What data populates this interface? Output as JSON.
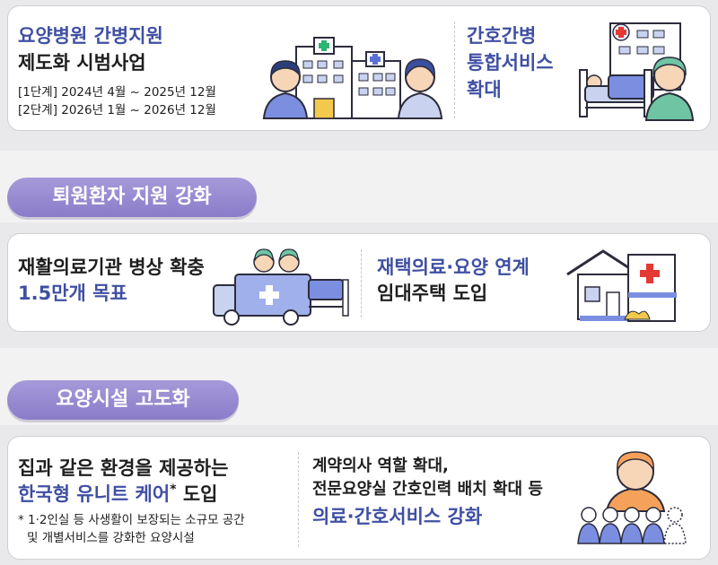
{
  "section1": {
    "left": {
      "title_line1": "요양병원 간병지원",
      "title_line2": "제도화 시범사업",
      "phase1": "[1단계] 2024년 4월 ~ 2025년 12월",
      "phase2": "[2단계] 2026년 1월 ~ 2026년 12월",
      "icon": "hospital-with-caregivers-icon"
    },
    "right": {
      "title_line1": "간호간병",
      "title_line2": "통합서비스",
      "title_line3": "확대",
      "icon": "patient-bed-nurse-icon"
    }
  },
  "section2": {
    "heading": "퇴원환자 지원 강화",
    "left": {
      "line1": "재활의료기관 병상 확충",
      "line2": "1.5만개 목표",
      "icon": "ambulance-rehab-icon"
    },
    "right": {
      "line1": "재택의료·요양 연계",
      "line2": "임대주택 도입",
      "icon": "house-clinic-icon"
    }
  },
  "section3": {
    "heading": "요양시설 고도화",
    "left": {
      "line1": "집과 같은 환경을 제공하는",
      "line2": "한국형 유니트 케어",
      "line2_mark": "*",
      "line2_suffix": " 도입",
      "note_line1": "* 1·2인실 등 사생활이 보장되는 소규모 공간",
      "note_line2": "및 개별서비스를 강화한 요양시설"
    },
    "right": {
      "line1": "계약의사 역할 확대,",
      "line2": "전문요양실 간호인력 배치 확대 등",
      "line3": "의료·간호서비스 강화",
      "icon": "doctor-with-team-icon"
    }
  },
  "colors": {
    "accent_blue": "#3f4fa3",
    "pill_purple": "#8a7cc9",
    "medical_red": "#e53935"
  }
}
